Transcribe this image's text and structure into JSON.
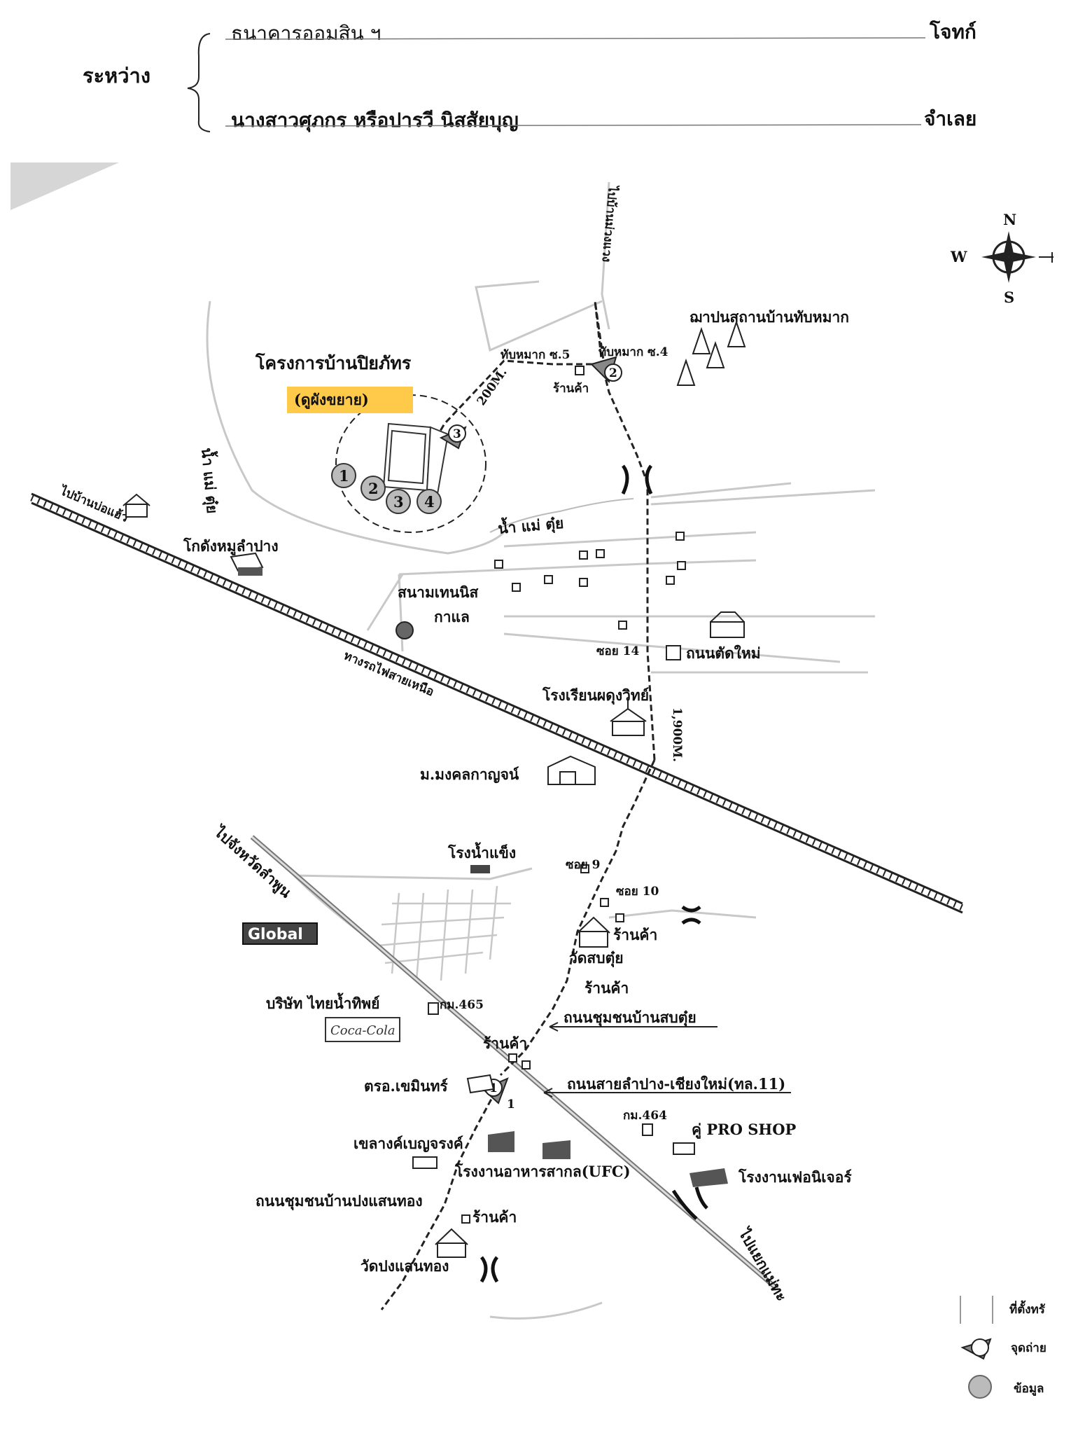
{
  "header": {
    "between_label": "ระหว่าง",
    "plaintiff_name": "ธนาคารออมสิน ฯ",
    "plaintiff_role": "โจทก์",
    "defendant_name": "นางสาวศุภกร หรือปารวี  นิสสัยบุญ",
    "defendant_role": "จำเลย"
  },
  "map": {
    "project_title": "โครงการบ้านปิยภัทร",
    "expand_note": "(ดูผังขยาย)",
    "plots": [
      "1",
      "2",
      "3",
      "4"
    ],
    "photo_point_3": "3",
    "distance_200": "200M.",
    "distance_1900": "1,900M.",
    "to_ban_muang_waeng": "ไปบ้านม่วงแวง",
    "tap_mak_soi5": "ทับหมาก ซ.5",
    "tap_mak_soi4": "ทับหมาก ซ.4",
    "photo_point_2": "2",
    "shop": "ร้านค้า",
    "crematorium": "ฌาปนสถานบ้านทับหมาก",
    "mae_tui_river_left": "น้ำ แม่ ตุ๋ย",
    "mae_tui_river_right": "น้ำ แม่ ตุ๋ย",
    "to_ban_bo_haeo": "ไปบ้านบ่อแฮ้ว",
    "pork_warehouse": "โกดังหมูลำปาง",
    "tennis_court": "สนามเทนนิส",
    "galae": "กาแล",
    "soi_14": "ซอย 14",
    "new_cut_road": "ถนนตัดใหม่",
    "northern_railway": "ทางรถไฟสายเหนือ",
    "phadung_school": "โรงเรียนผดุงวิทย์",
    "mongkol_village": "ม.มงคลกาญจน์",
    "to_lamphun": "ไปจังหวัดลำพูน",
    "ice_factory": "โรงน้ำแข็ง",
    "soi_9": "ซอย 9",
    "soi_10": "ซอย 10",
    "global_logo": "Global",
    "shop_2": "ร้านค้า",
    "wat_sop_tui": "วัดสบตุ๋ย",
    "shop_3": "ร้านค้า",
    "thai_water_company": "บริษัท ไทยน้ำทิพย์",
    "coca_cola": "Coca-Cola",
    "km_465": "กม.465",
    "shop_4": "ร้านค้า",
    "ban_sop_tui_road": "ถนนชุมชนบ้านสบตุ๋ย",
    "police_station": "ตรอ.เขมินทร์",
    "photo_point_1": "1",
    "point_1_label": "1",
    "lampang_cm_road": "ถนนสายลำปาง-เชียงใหม่(ทล.11)",
    "km_464": "กม.464",
    "pro_shop": "คู่ PRO SHOP",
    "khelang_benjarong": "เขลางค์เบญจรงค์",
    "ufc_factory": "โรงงานอาหารสากล(UFC)",
    "furniture_factory": "โรงงานเฟอนิเจอร์",
    "ban_pong_saen_thong_road": "ถนนชุมชนบ้านปงแสนทอง",
    "shop_5": "ร้านค้า",
    "wat_pong_saen_thong": "วัดปงแสนทอง",
    "to_mae_tha_junction": "ไปแยกแม่ทะ"
  },
  "compass": {
    "n": "N",
    "w": "W",
    "s": "S"
  },
  "legend": {
    "site_label": "ที่ตั้งทรั",
    "photo_label": "จุดถ่าย",
    "info_label": "ข้อมูล"
  }
}
